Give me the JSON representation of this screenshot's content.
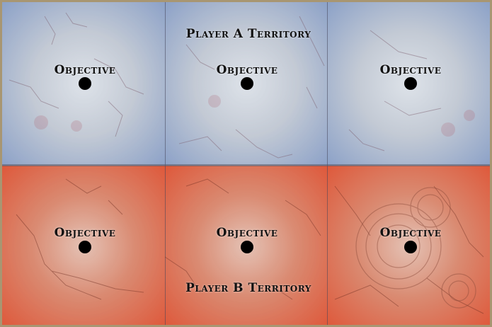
{
  "board": {
    "territories": {
      "player_a": "Player A Territory",
      "player_b": "Player B Territory"
    },
    "objectives": [
      {
        "label": "Objective"
      },
      {
        "label": "Objective"
      },
      {
        "label": "Objective"
      },
      {
        "label": "Objective"
      },
      {
        "label": "Objective"
      },
      {
        "label": "Objective"
      }
    ],
    "colors": {
      "player_a_zone": "#8ca5d2",
      "player_b_zone": "#e0583a",
      "objective_marker": "#000000",
      "border": "#a89672"
    }
  }
}
